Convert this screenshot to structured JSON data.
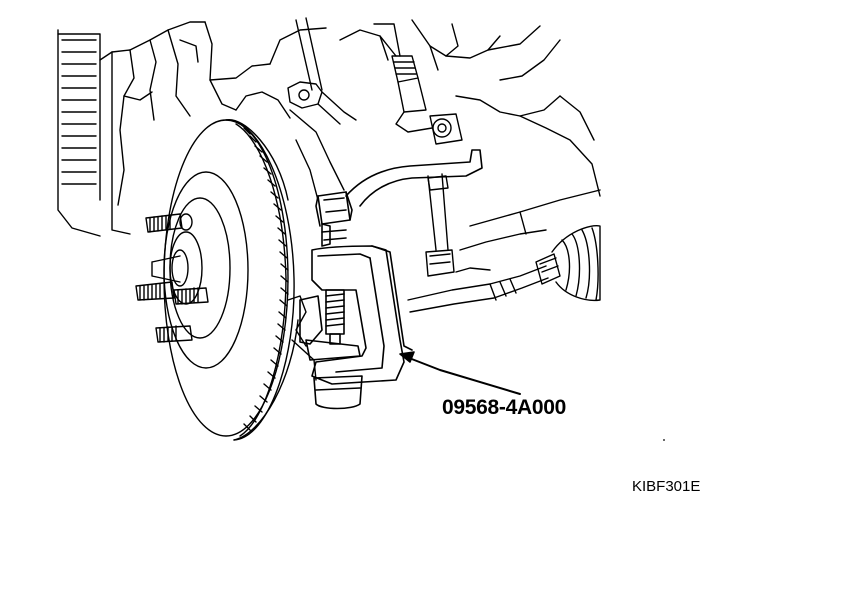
{
  "figure": {
    "tool_part_number": "09568-4A000",
    "figure_code": "KIBF301E"
  },
  "icons": {
    "illustration": "wheel-hub-brake-rotor-ball-joint-puller-illustration"
  },
  "colors": {
    "line": "#000000",
    "background": "#ffffff"
  }
}
